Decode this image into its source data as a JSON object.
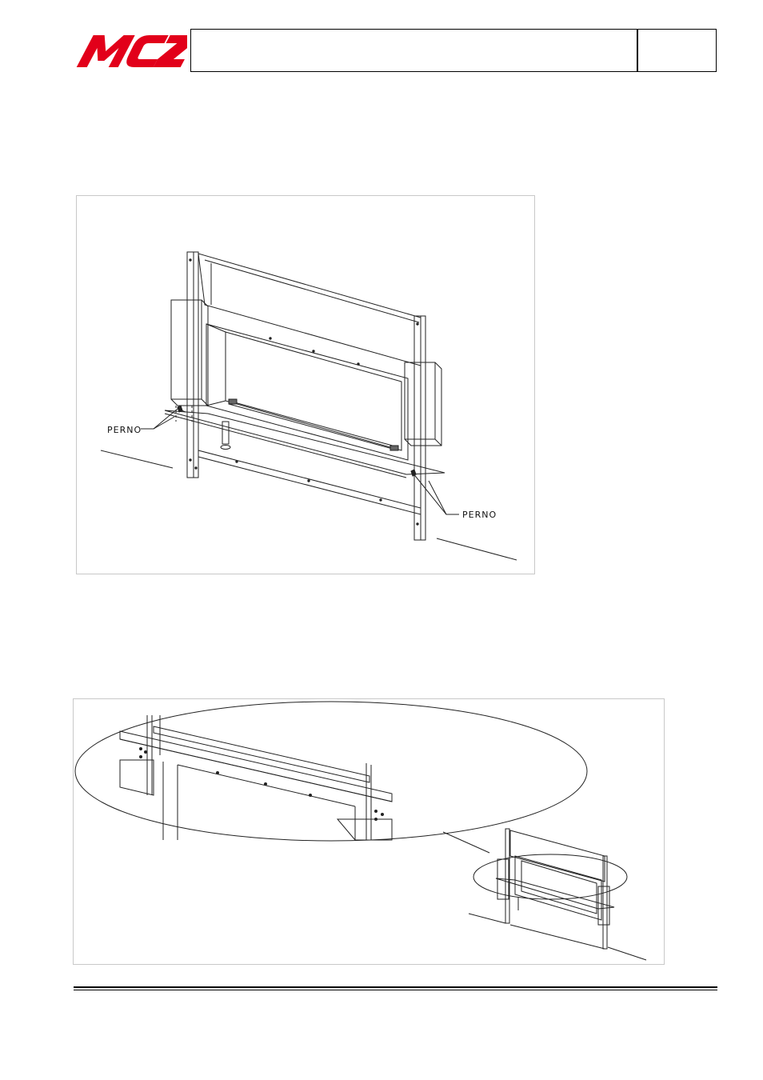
{
  "header": {
    "logo_text": "MCZ",
    "brand_color": "#e2001a",
    "title": "",
    "page_number": ""
  },
  "figure1": {
    "label_left": "PERNO",
    "label_right": "PERNO"
  },
  "figure2": {}
}
